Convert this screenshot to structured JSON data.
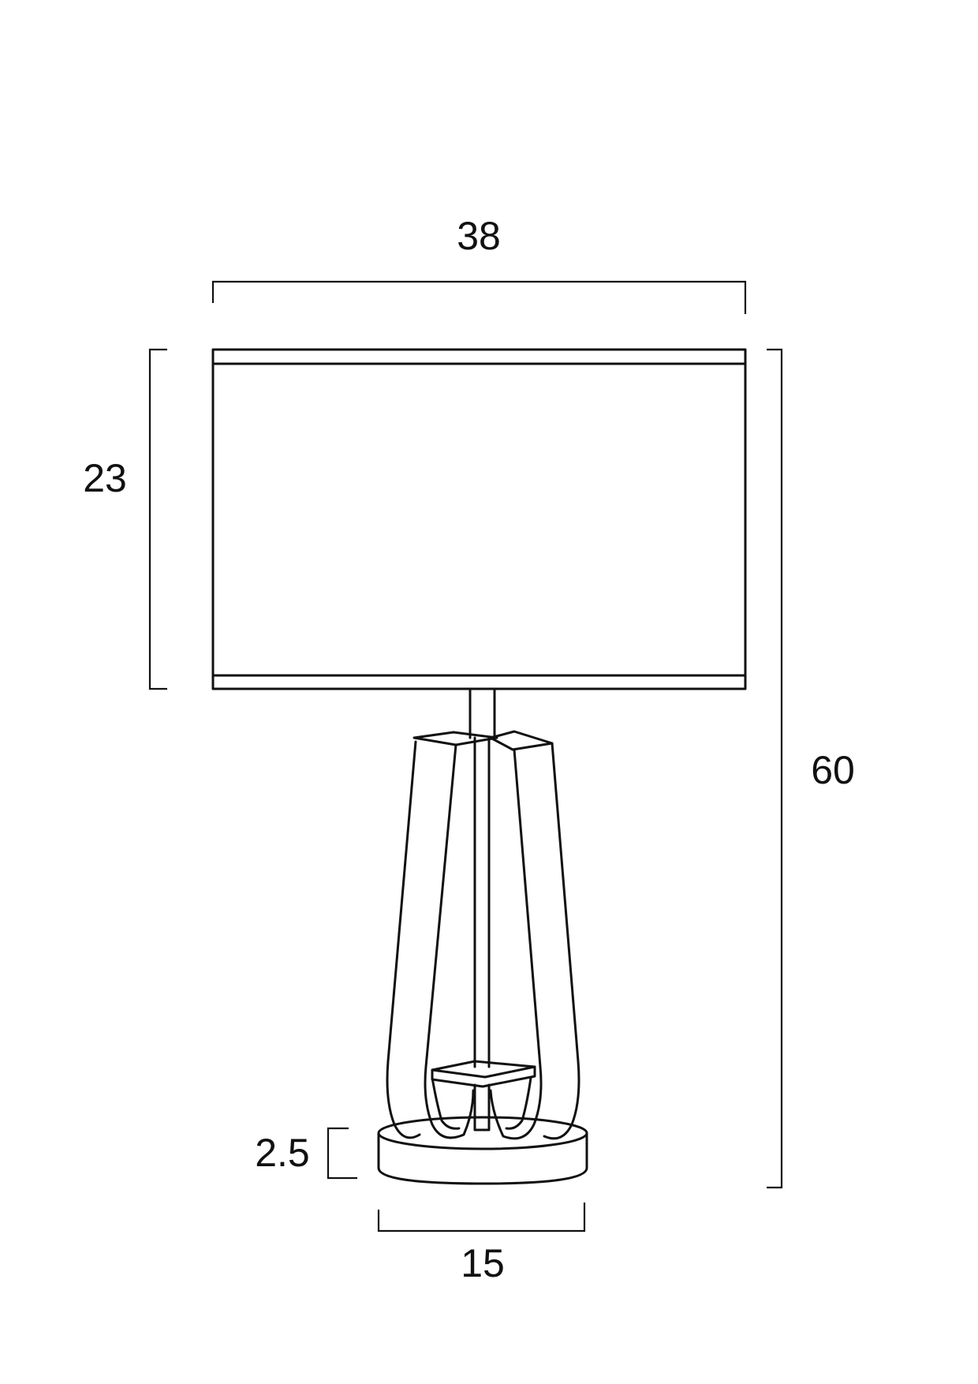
{
  "diagram": {
    "line_color": "#111111",
    "background": "#ffffff",
    "dimensions": {
      "shade_width": "38",
      "shade_height": "23",
      "total_height": "60",
      "base_height": "2.5",
      "base_width": "15"
    }
  }
}
